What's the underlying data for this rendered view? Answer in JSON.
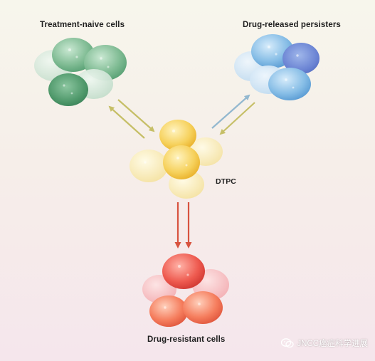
{
  "labels": {
    "treatment_naive": "Treatment-naive cells",
    "drug_released": "Drug-released persisters",
    "dtpc": "DTPC",
    "drug_resistant": "Drug-resistant cells"
  },
  "watermark": {
    "text": "JNCC癌症科学进展",
    "icon": "wechat-icon"
  },
  "colors": {
    "naive": "#6fae84",
    "persister": "#6aa7dd",
    "dtpc": "#f2c84a",
    "resistant": "#e6524b",
    "arrow_olive": "#c6bf67",
    "arrow_blue": "#93b8cf",
    "arrow_red": "#d8533f"
  }
}
